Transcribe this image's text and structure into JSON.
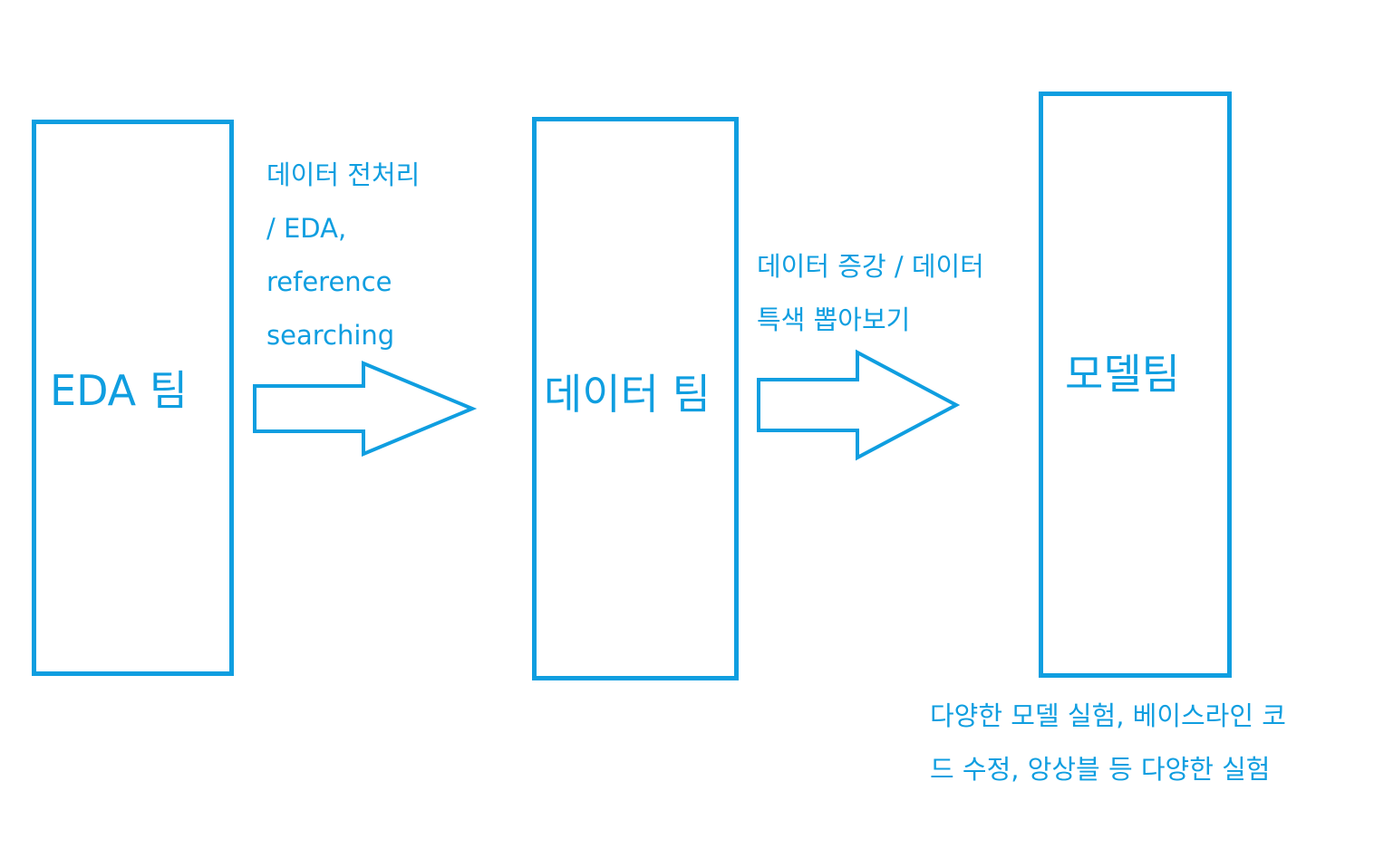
{
  "boxes": {
    "eda": "EDA 팀",
    "data": "데이터 팀",
    "model": "모델팀"
  },
  "notes": {
    "eda_to_data": [
      "데이터 전처리",
      "/ EDA,",
      "reference",
      "searching"
    ],
    "data_to_model": [
      "데이터 증강 / 데이터",
      "특색 뽑아보기"
    ],
    "model": [
      "다양한 모델 실험, 베이스라인 코",
      "드 수정, 앙상블 등 다양한 실험"
    ]
  },
  "colors": {
    "stroke": "#0f9ee0",
    "text": "#0f9ee0"
  }
}
